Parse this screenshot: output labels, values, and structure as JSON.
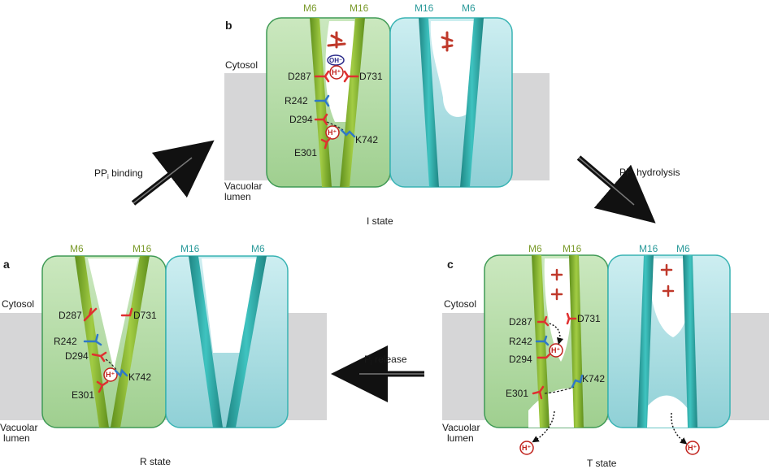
{
  "panels": {
    "a": {
      "letter": "a",
      "state": "R state",
      "helix_labels": [
        "M6",
        "M16",
        "M16",
        "M6"
      ],
      "residues": [
        "D287",
        "D731",
        "R242",
        "D294",
        "K742",
        "E301"
      ]
    },
    "b": {
      "letter": "b",
      "state": "I state",
      "helix_labels": [
        "M6",
        "M16",
        "M16",
        "M6"
      ],
      "residues": [
        "D287",
        "D731",
        "R242",
        "D294",
        "K742",
        "E301"
      ]
    },
    "c": {
      "letter": "c",
      "state": "T state",
      "helix_labels": [
        "M6",
        "M16",
        "M16",
        "M6"
      ],
      "residues": [
        "D287",
        "D731",
        "R242",
        "D294",
        "K742",
        "E301"
      ]
    }
  },
  "membrane": {
    "cytosol": "Cytosol",
    "lumen_line1": "Vacuolar",
    "lumen_line2": "lumen"
  },
  "transitions": {
    "binding": {
      "main": "PP",
      "sub": "i",
      "rest": " binding"
    },
    "hydrolysis": {
      "main": "PP",
      "sub": "i",
      "rest": " hydrolysis"
    },
    "release": {
      "main": "P",
      "sub": "i",
      "rest": " release"
    }
  },
  "ions": {
    "proton": "H⁺",
    "hydroxide": "OH⁻"
  },
  "colors": {
    "membrane": "#d6d6d7",
    "green_fill": "#b7dca8",
    "green_stroke": "#3f9a55",
    "cyan_fill": "#b4e2e6",
    "cyan_stroke": "#38b3b3",
    "acid": "#e03030",
    "base": "#2f78c8",
    "helix_green": "#7fae2c",
    "helix_teal": "#2aa8a6"
  }
}
